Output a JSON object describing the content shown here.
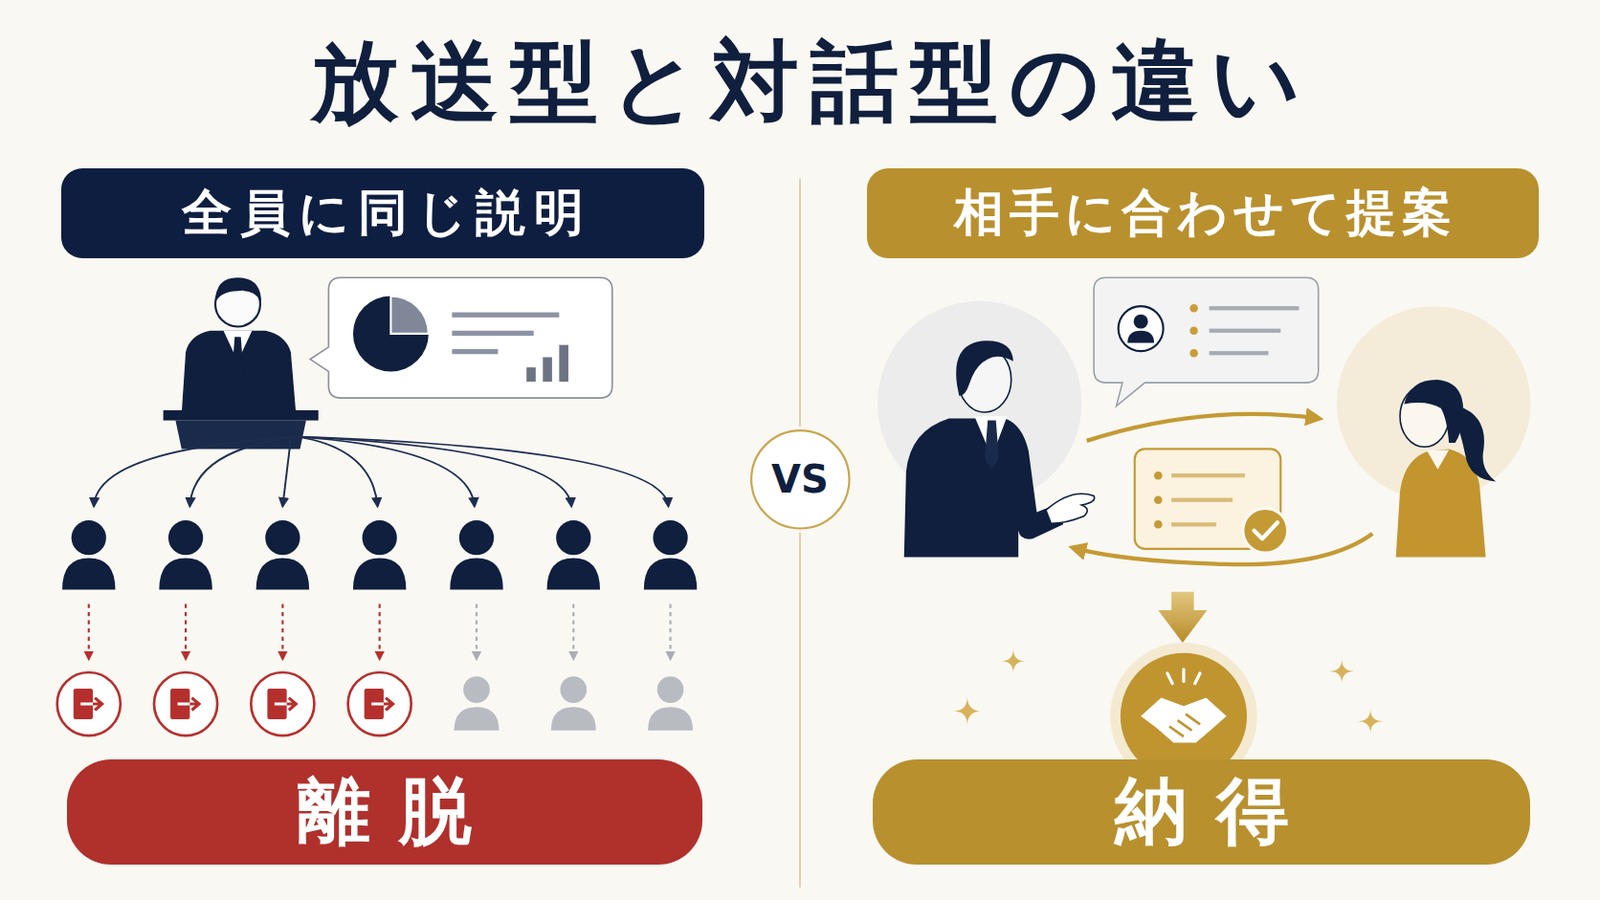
{
  "diagram": {
    "title": "放送型と対話型の違い",
    "nodes": [
      {
        "text": [
          "全員に同じ説明"
        ]
      },
      {
        "text": [
          "相手に合わせて提案"
        ]
      },
      {
        "text": [
          "VS"
        ]
      },
      {
        "text": [
          "離脱"
        ]
      },
      {
        "text": [
          "納得"
        ]
      }
    ]
  }
}
